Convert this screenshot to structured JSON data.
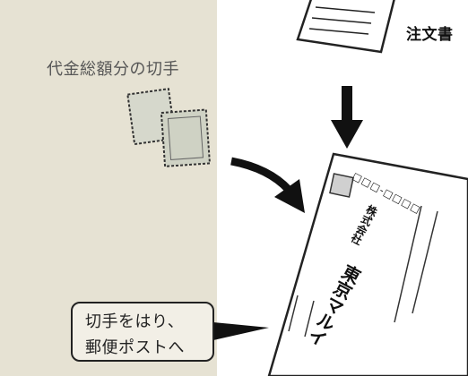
{
  "labels": {
    "stamps": "代金総額分の切手",
    "order_form": "注文書",
    "callout_line1": "切手をはり、",
    "callout_line2": "郵便ポストへ"
  },
  "envelope": {
    "zip_boxes": "□□□-□□□□",
    "company": "株式会社",
    "recipient": "東京マルイ"
  },
  "colors": {
    "panel_bg": "#e6e2d3",
    "ink": "#1a1a1a",
    "stamp_fill": "#d6d8cc"
  }
}
